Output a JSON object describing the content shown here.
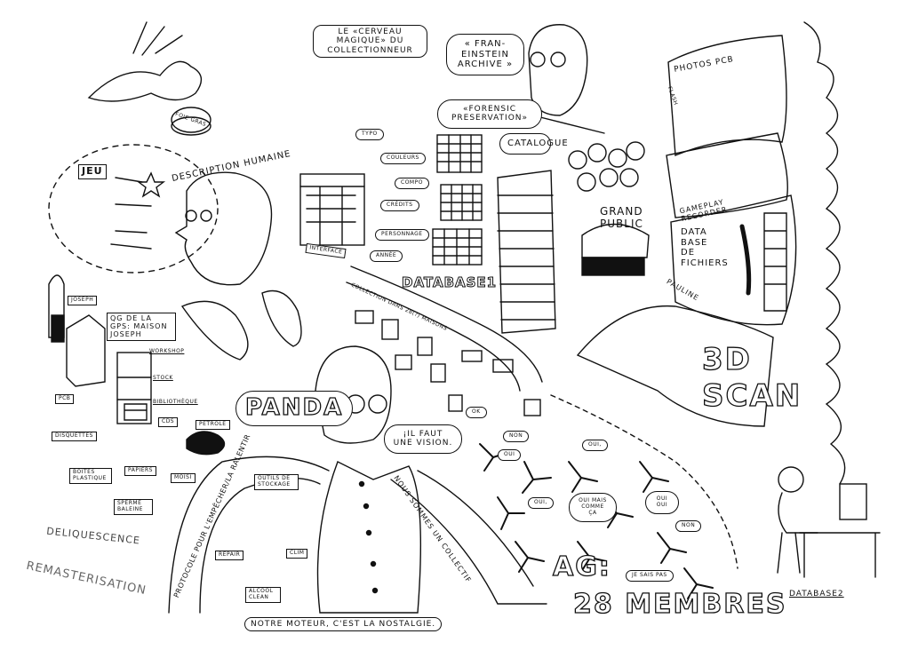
{
  "title_cloud": "LE «CERVEAU MAGIQUE» DU COLLECTIONNEUR",
  "quotes": {
    "franeinstein": "« FRAN-EINSTEIN ARCHIVE »",
    "forensic": "«FORENSIC PRESERVATION»",
    "vision": "¡IL FAUT UNE VISION.",
    "nostalgie": "NOTRE MOTEUR, C'EST LA NOSTALGIE."
  },
  "left_top": {
    "foie_gras": "FOIE GRAS",
    "jeu": "JEU",
    "description": "DESCRIPTION HUMAINE"
  },
  "interface": {
    "label": "INTERFACE",
    "fields": [
      "TYPO",
      "COULEURS",
      "COMPO",
      "CRÉDITS",
      "PERSONNAGE",
      "ANNÉE"
    ]
  },
  "catalogue": "CATALOGUE",
  "grand_public": "GRAND PUBLIC",
  "database1": "DATABASE1",
  "collection": "COLLECTION DANS 28(?) MAISONS",
  "right_panel": {
    "photos_pcb": "PHOTOS PCB",
    "flash": "FLASH",
    "gameplay": "GAMEPLAY RECORDER",
    "database_fichiers": "DATA BASE DE FICHIERS",
    "pauline": "PAULINE",
    "scan": "3D SCAN"
  },
  "joseph": {
    "name": "JOSEPH",
    "qg": "QG DE LA GPS: MAISON JOSEPH",
    "workshop": "WORKSHOP",
    "stock": "STOCK",
    "bibliotheque": "BIBLIOTHÈQUE"
  },
  "materials": [
    "PCB",
    "DISQUETTES",
    "CDS",
    "PÉTROLE",
    "BOITES PLASTIQUE",
    "PAPIERS",
    "MOISI",
    "SPERME BALEINE"
  ],
  "deliquescence": "DELIQUESCENCE",
  "remasterisation": "REMASTERISATION",
  "panda": "PANDA",
  "protocole": "PROTOCOLE POUR L'EMPÊCHER/LA RALENTIR",
  "tools": {
    "outils": "OUTILS DE STOCKAGE",
    "repair": "REPAIR",
    "clim": "CLIM",
    "alcool": "ALCOOL CLEAN"
  },
  "collectif": "NOUS SOMMES UN COLLECTIF",
  "ag": {
    "title": "AG:",
    "members": "28 MEMBRES",
    "replies": [
      "OUI",
      "NON",
      "OUI,",
      "OUI,",
      "OUI MAIS COMME ÇA",
      "OUI OUI",
      "NON",
      "OK",
      "JE SAIS PAS"
    ]
  },
  "database2": "DATABASE2"
}
